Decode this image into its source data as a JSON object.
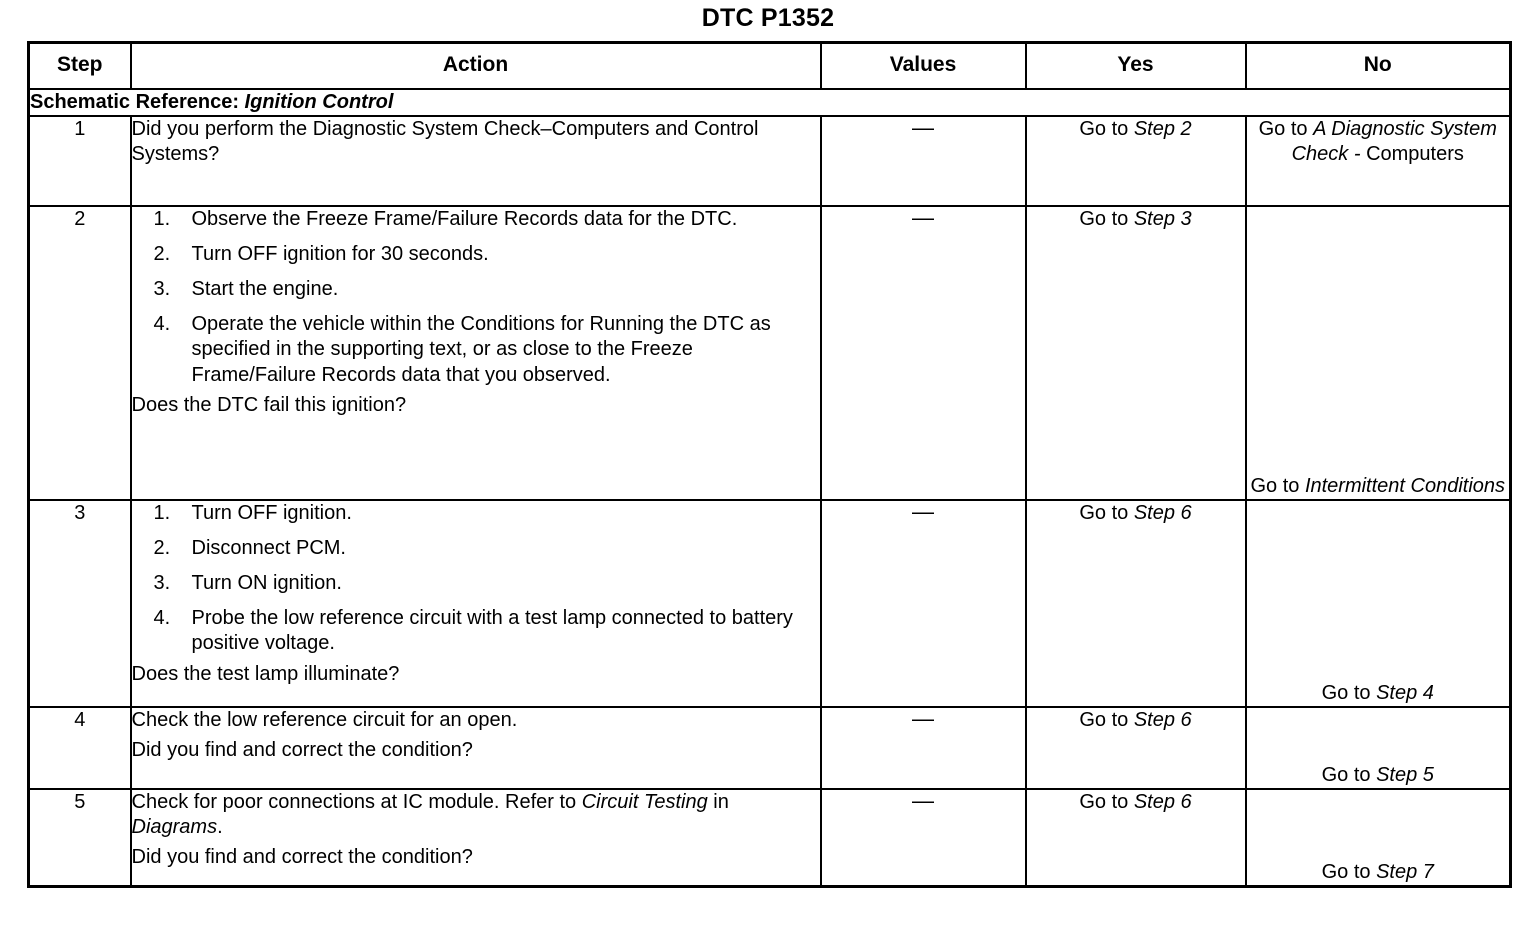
{
  "document": {
    "title": "DTC P1352"
  },
  "table": {
    "headers": {
      "step": "Step",
      "action": "Action",
      "values": "Values",
      "yes": "Yes",
      "no": "No"
    },
    "schematic_reference": {
      "label": "Schematic Reference:",
      "value": "Ignition Control"
    },
    "values_dash": "—",
    "rows": [
      {
        "step": "1",
        "action": {
          "lead": "Did you perform the Diagnostic System Check–Computers and  Control  Systems?",
          "items": [],
          "tail": ""
        },
        "values": "—",
        "yes": {
          "prefix": "Go to ",
          "ref": "Step 2",
          "suffix": ""
        },
        "no": {
          "prefix": "Go to ",
          "ref": "A Diagnostic System Check -",
          "suffix": " Computers",
          "align": "top"
        }
      },
      {
        "step": "2",
        "action": {
          "lead": "",
          "items": [
            "Observe the Freeze Frame/Failure Records data for the DTC.",
            "Turn OFF ignition for 30 seconds.",
            "Start the engine.",
            "Operate the vehicle within the Conditions for Running the DTC as specified in the supporting text, or as close to the Freeze Frame/Failure Records data that you observed."
          ],
          "tail": "Does the DTC fail this ignition?"
        },
        "values": "—",
        "yes": {
          "prefix": "Go to ",
          "ref": "Step 3",
          "suffix": ""
        },
        "no": {
          "prefix": "Go to ",
          "ref": "Intermittent Conditions",
          "suffix": "",
          "align": "bottom"
        }
      },
      {
        "step": "3",
        "action": {
          "lead": "",
          "items": [
            "Turn OFF ignition.",
            "Disconnect PCM.",
            "Turn ON ignition.",
            "Probe the low reference circuit with a test lamp connected to battery positive voltage."
          ],
          "tail": "Does the test lamp illuminate?"
        },
        "values": "—",
        "yes": {
          "prefix": "Go to ",
          "ref": "Step 6",
          "suffix": ""
        },
        "no": {
          "prefix": "Go to ",
          "ref": "Step 4",
          "suffix": "",
          "align": "bottom"
        }
      },
      {
        "step": "4",
        "action": {
          "lead": "Check the low reference circuit for an open.",
          "items": [],
          "tail": "Did you find and correct the condition?"
        },
        "values": "—",
        "yes": {
          "prefix": "Go to ",
          "ref": "Step 6",
          "suffix": ""
        },
        "no": {
          "prefix": "Go to ",
          "ref": "Step 5",
          "suffix": "",
          "align": "bottom"
        }
      },
      {
        "step": "5",
        "action": {
          "lead_parts": [
            {
              "text": "Check for poor connections at IC module. Refer to ",
              "style": "normal"
            },
            {
              "text": "Circuit Testing",
              "style": "italic"
            },
            {
              "text": " in ",
              "style": "normal"
            },
            {
              "text": "Diagrams",
              "style": "italic"
            },
            {
              "text": ".",
              "style": "normal"
            }
          ],
          "items": [],
          "tail": "Did you find and correct the condition?"
        },
        "values": "—",
        "yes": {
          "prefix": "Go to ",
          "ref": "Step 6",
          "suffix": ""
        },
        "no": {
          "prefix": "Go to ",
          "ref": "Step 7",
          "suffix": "",
          "align": "bottom"
        }
      }
    ]
  }
}
